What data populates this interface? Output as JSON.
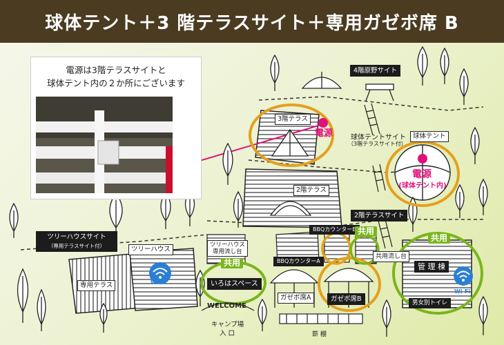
{
  "header": {
    "title": "球体テント＋3 階テラスサイト＋専用ガゼボ席 B"
  },
  "callout": {
    "line1": "電源は3階テラスサイトと",
    "line2": "球体テント内の２か所にございます"
  },
  "labels": {
    "floor4": "4階原野サイト",
    "terrace3": "3階テラス",
    "sphere_site": "球体テントサイト",
    "sphere_site_sub": "（3階テラスサイト付）",
    "sphere_tent": "球体テント",
    "terrace2": "2階テラス",
    "site2": "2階テラスサイト",
    "bbq_b": "BBQカウンターB",
    "bbq_a": "BBQカウンターA",
    "sink": "共用流し台",
    "treehouse_site": "ツリーハウスサイト",
    "treehouse_site_sub": "（専用テラスサイト付）",
    "treehouse": "ツリーハウス",
    "treehouse_sink_1": "ツリーハウス",
    "treehouse_sink_2": "専用流し台",
    "private_terrace": "専用テラス",
    "iroha": "いろはスペース",
    "gazebo_a": "ガゼボ席A",
    "gazebo_b": "ガゼボ席B",
    "management": "管 理 棟",
    "toilet": "男女別トイレ",
    "welcome": "WELCOME",
    "entrance_1": "キャンプ場",
    "entrance_2": "入 口",
    "firewood": "薪 棚"
  },
  "power": {
    "terrace": "電源",
    "sphere": "電源",
    "sphere_sub": "(球体テント内)"
  },
  "shared_label": "共用",
  "wifi_label": "Wi-Fi",
  "colors": {
    "header_bg": "#4a3b21",
    "highlight_orange": "#e3a020",
    "highlight_green": "#7ab51d",
    "power_pink": "#e0117a",
    "wifi_blue": "#2a7fd4"
  }
}
